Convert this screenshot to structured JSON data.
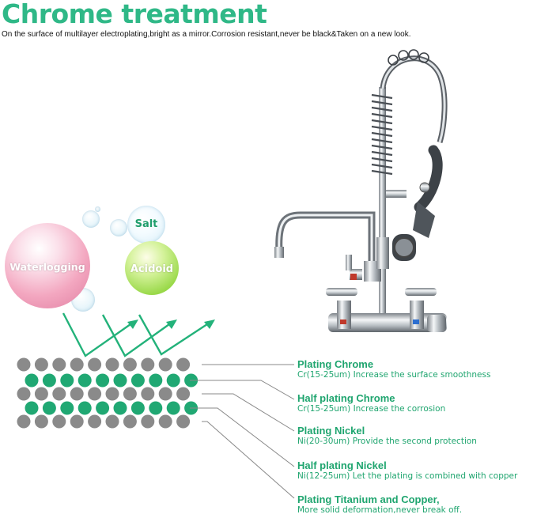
{
  "header": {
    "title": "Chrome treatment",
    "subtitle": "On the surface of multilayer electroplating,bright as a mirror.Corrosion resistant,never be black&Taken on a new look."
  },
  "bubbles": {
    "waterlogging": "Waterlogging",
    "acidoid": "Acidoid",
    "salt": "Salt"
  },
  "layers": [
    {
      "title": "Plating Chrome",
      "desc": "Cr(15-25um) Increase the surface smoothness"
    },
    {
      "title": "Half plating Chrome",
      "desc": "Cr(15-25um) Increase the corrosion"
    },
    {
      "title": "Plating Nickel",
      "desc": "Ni(20-30um) Provide the second protection"
    },
    {
      "title": "Half plating Nickel",
      "desc": "Ni(12-25um) Let the plating is combined with copper"
    },
    {
      "title": "Plating Titanium and Copper,",
      "desc": "More solid deformation,never break off."
    }
  ],
  "colors": {
    "accent_green": "#1fa56f",
    "title_green": "#2fb887",
    "dot_grey": "#8a8a8a",
    "dot_green": "#20a873"
  },
  "icons": {
    "product": "faucet-icon"
  }
}
